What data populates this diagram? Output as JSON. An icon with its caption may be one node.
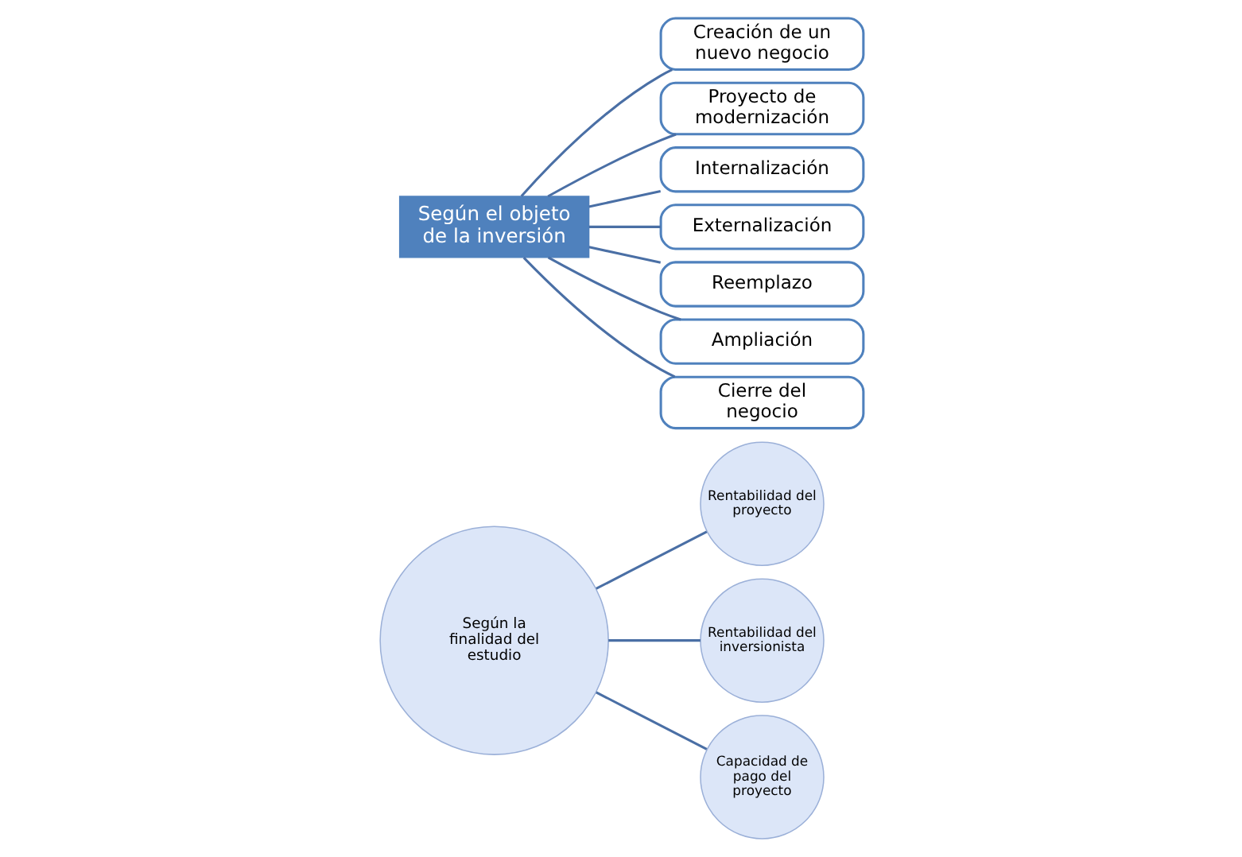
{
  "diagram": {
    "nodes": [
      {
        "text": [
          "Según la finalidad del estudio"
        ]
      },
      {
        "text": [
          "Rentabilidad del proyecto"
        ]
      },
      {
        "text": [
          "Rentabilidad del inversionista"
        ]
      },
      {
        "text": [
          "Capacidad de pago del proyecto"
        ]
      },
      {
        "text": [
          "Según el objeto de la inversión"
        ]
      },
      {
        "text": [
          "Creación de un nuevo negocio"
        ]
      },
      {
        "text": [
          "Proyecto de modernización"
        ]
      },
      {
        "text": [
          "Internalización"
        ]
      },
      {
        "text": [
          "Externalización"
        ]
      },
      {
        "text": [
          "Reemplazo"
        ]
      },
      {
        "text": [
          "Ampliación"
        ]
      },
      {
        "text": [
          "Cierre del negocio"
        ]
      }
    ],
    "edges": [
      {
        "from": 0,
        "to": 1,
        "arrow": "none"
      },
      {
        "from": 0,
        "to": 2,
        "arrow": "none"
      },
      {
        "from": 0,
        "to": 3,
        "arrow": "none"
      },
      {
        "from": 4,
        "to": 5,
        "arrow": "none"
      },
      {
        "from": 4,
        "to": 6,
        "arrow": "none"
      },
      {
        "from": 4,
        "to": 7,
        "arrow": "none"
      },
      {
        "from": 4,
        "to": 8,
        "arrow": "none"
      },
      {
        "from": 4,
        "to": 9,
        "arrow": "none"
      },
      {
        "from": 4,
        "to": 10,
        "arrow": "none"
      },
      {
        "from": 4,
        "to": 11,
        "arrow": "none"
      }
    ]
  }
}
